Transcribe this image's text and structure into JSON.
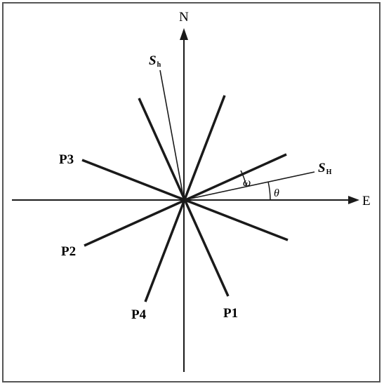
{
  "axes": {
    "north_label": "N",
    "east_label": "E"
  },
  "planes": {
    "p1": "P1",
    "p2": "P2",
    "p3": "P3",
    "p4": "P4"
  },
  "stress": {
    "sh_main": "S",
    "sh_sub": "h",
    "sH_main": "S",
    "sH_sub": "H"
  },
  "angles": {
    "omega": "ω",
    "theta": "θ"
  },
  "colors": {
    "line": "#1a1a1a",
    "frame": "#555555",
    "background": "#ffffff"
  }
}
